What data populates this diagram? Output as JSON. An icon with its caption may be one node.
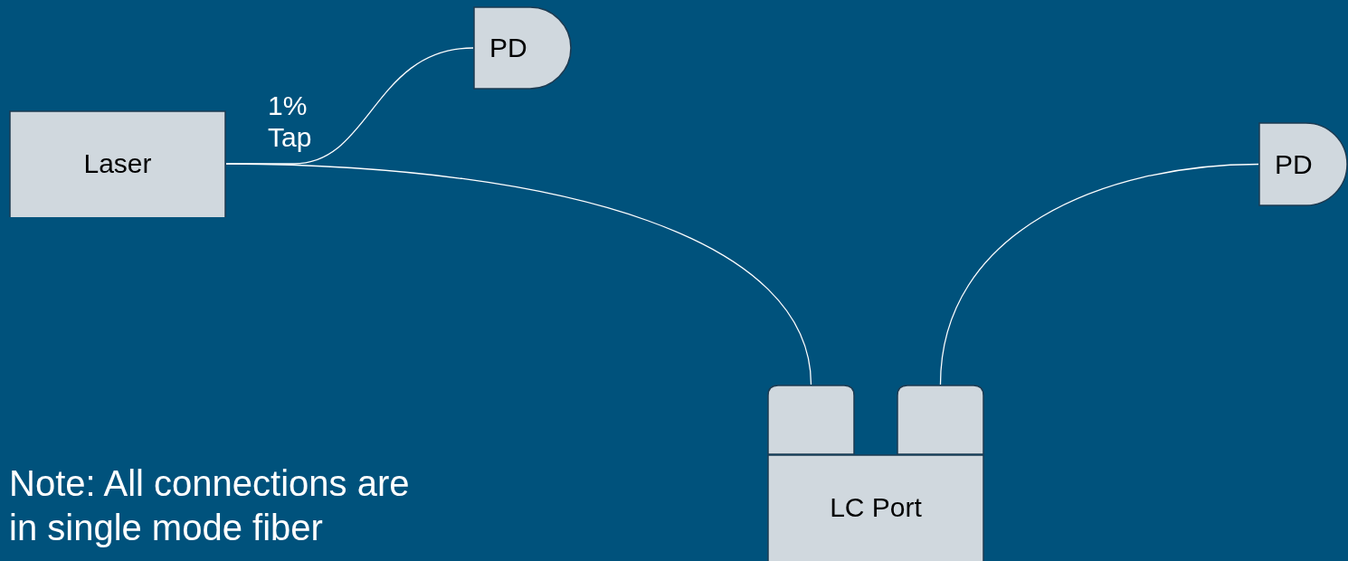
{
  "diagram": {
    "nodes": [
      {
        "text": [
          "Laser"
        ]
      },
      {
        "text": [
          "PD"
        ]
      },
      {
        "text": [
          "PD"
        ]
      },
      {
        "text": [
          "LC Port"
        ]
      },
      {
        "text": [],
        "shape": "box"
      },
      {
        "text": [],
        "shape": "box"
      }
    ],
    "edges": [
      {
        "from": 0,
        "to": 4,
        "arrow": "none"
      },
      {
        "from": 0,
        "to": 1,
        "arrow": "none",
        "label": "1% Tap"
      },
      {
        "from": 5,
        "to": 2,
        "arrow": "none"
      }
    ],
    "labels": [
      "Note: All connections are in single mode fiber"
    ]
  }
}
